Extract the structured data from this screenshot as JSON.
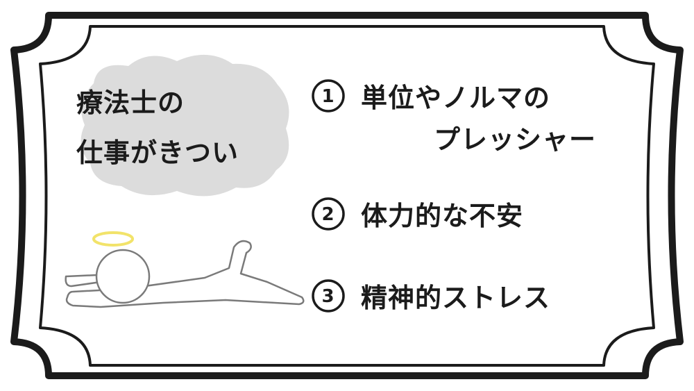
{
  "title": {
    "line1": "療法士の",
    "line2": "仕事がきつい"
  },
  "items": [
    {
      "number": "1",
      "text": "単位やノルマの",
      "text_cont": "プレッシャー"
    },
    {
      "number": "2",
      "text": "体力的な不安"
    },
    {
      "number": "3",
      "text": "精神的ストレス"
    }
  ],
  "colors": {
    "frame": "#1b1b1b",
    "cloud": "#dcdcdc",
    "halo": "#f2e36a",
    "figure_stroke": "#7a7a7a"
  },
  "icons": [
    "ornate-frame",
    "cloud",
    "collapsed-person-illustration",
    "halo-icon"
  ]
}
